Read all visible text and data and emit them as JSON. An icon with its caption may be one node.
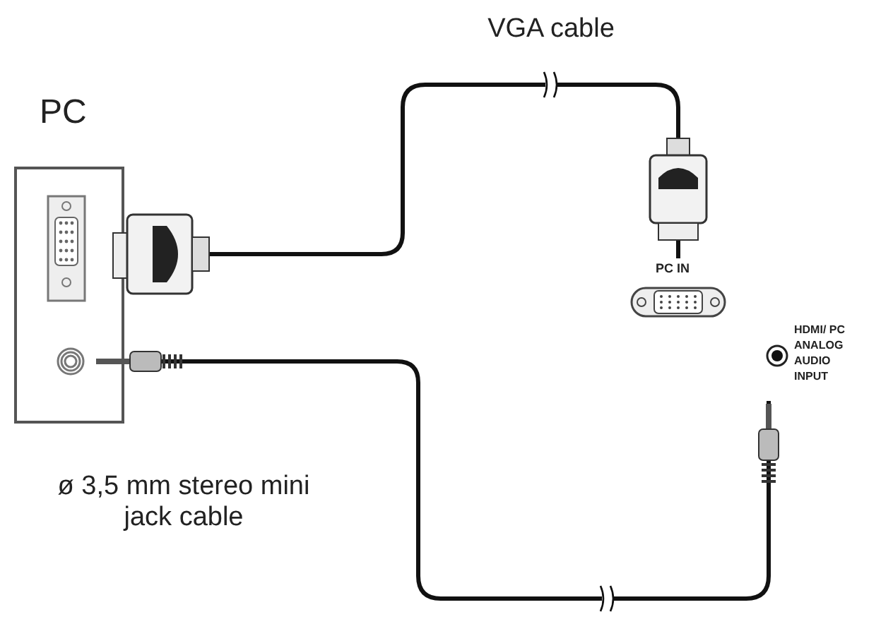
{
  "diagram": {
    "nodes": [
      {
        "text": [
          "PC"
        ]
      },
      {
        "text": [
          "PC IN"
        ]
      },
      {
        "text": [
          "HDMI/ PC ANALOG AUDIO INPUT"
        ]
      }
    ],
    "edges": [
      {
        "from": 0,
        "to": 1,
        "arrow": "none",
        "label": "VGA cable"
      },
      {
        "from": 0,
        "to": 2,
        "arrow": "none",
        "label": "ø 3,5 mm stereo mini jack cable"
      }
    ]
  }
}
